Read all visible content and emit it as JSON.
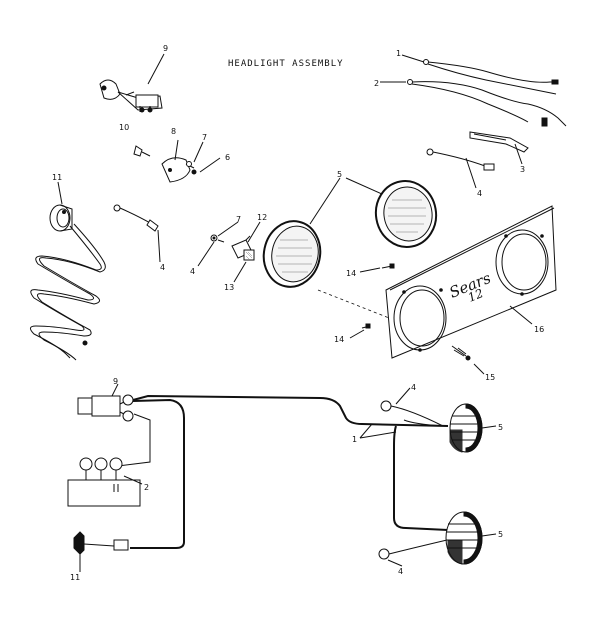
{
  "title": "HEADLIGHT ASSEMBLY",
  "brand": {
    "name": "Sears",
    "model": "12"
  },
  "callouts": [
    {
      "id": "c-9-top",
      "text": "9"
    },
    {
      "id": "c-1-top",
      "text": "1"
    },
    {
      "id": "c-2-top",
      "text": "2"
    },
    {
      "id": "c-10",
      "text": "10"
    },
    {
      "id": "c-8",
      "text": "8"
    },
    {
      "id": "c-7-top",
      "text": "7"
    },
    {
      "id": "c-6",
      "text": "6"
    },
    {
      "id": "c-3",
      "text": "3"
    },
    {
      "id": "c-4-right",
      "text": "4"
    },
    {
      "id": "c-11-left",
      "text": "11"
    },
    {
      "id": "c-5-top",
      "text": "5"
    },
    {
      "id": "c-7-mid",
      "text": "7"
    },
    {
      "id": "c-12",
      "text": "12"
    },
    {
      "id": "c-4-left",
      "text": "4"
    },
    {
      "id": "c-4-mid",
      "text": "4"
    },
    {
      "id": "c-13",
      "text": "13"
    },
    {
      "id": "c-14-upper",
      "text": "14"
    },
    {
      "id": "c-16",
      "text": "16"
    },
    {
      "id": "c-14-lower",
      "text": "14"
    },
    {
      "id": "c-15",
      "text": "15"
    },
    {
      "id": "c-9-bottom",
      "text": "9"
    },
    {
      "id": "c-4-wiring-top",
      "text": "4"
    },
    {
      "id": "c-1-wiring",
      "text": "1"
    },
    {
      "id": "c-5-wiring-top",
      "text": "5"
    },
    {
      "id": "c-2-wiring",
      "text": "2"
    },
    {
      "id": "c-5-wiring-bottom",
      "text": "5"
    },
    {
      "id": "c-11-bottom",
      "text": "11"
    },
    {
      "id": "c-4-wiring-bottom",
      "text": "4"
    }
  ]
}
